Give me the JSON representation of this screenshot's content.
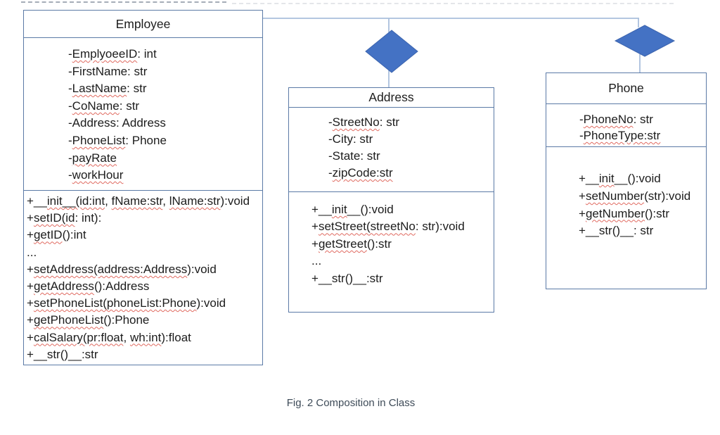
{
  "diagram": {
    "caption": "Fig. 2 Composition in Class",
    "colors": {
      "box_border": "#5b7aa6",
      "connector": "#a9bfdc",
      "diamond_fill": "#4472c4",
      "diamond_stroke": "#3c64ae",
      "text": "#1c1c1c",
      "caption_color": "#3e4b58",
      "squiggle": "#e06a60"
    },
    "classes": [
      {
        "title": "Employee",
        "attributes": [
          [
            {
              "t": "-"
            },
            {
              "t": "EmplyoeeID",
              "u": true
            },
            {
              "t": ": int"
            }
          ],
          [
            {
              "t": "-FirstName: str"
            }
          ],
          [
            {
              "t": "-"
            },
            {
              "t": "LastName",
              "u": true
            },
            {
              "t": ": str"
            }
          ],
          [
            {
              "t": "-"
            },
            {
              "t": "CoName",
              "u": true
            },
            {
              "t": ": str"
            }
          ],
          [
            {
              "t": "-Address: Address"
            }
          ],
          [
            {
              "t": "-"
            },
            {
              "t": "PhoneList",
              "u": true
            },
            {
              "t": ": Phone"
            }
          ],
          [
            {
              "t": "-"
            },
            {
              "t": "payRate",
              "u": true
            }
          ],
          [
            {
              "t": "-"
            },
            {
              "t": "workHour",
              "u": true
            }
          ]
        ],
        "methods": [
          [
            {
              "t": "+__"
            },
            {
              "t": "init__(id:int",
              "u": true
            },
            {
              "t": ", "
            },
            {
              "t": "fName:str",
              "u": true
            },
            {
              "t": ", "
            },
            {
              "t": "lName:str",
              "u": true
            },
            {
              "t": "):void"
            }
          ],
          [
            {
              "t": "+"
            },
            {
              "t": "setID(id",
              "u": true
            },
            {
              "t": ": int):"
            }
          ],
          [
            {
              "t": "+"
            },
            {
              "t": "getID",
              "u": true
            },
            {
              "t": "():int"
            }
          ],
          [
            {
              "t": "..."
            }
          ],
          [
            {
              "t": "+"
            },
            {
              "t": "setAddress(address:Address",
              "u": true
            },
            {
              "t": "):void"
            }
          ],
          [
            {
              "t": "+"
            },
            {
              "t": "getAddress",
              "u": true
            },
            {
              "t": "():Address"
            }
          ],
          [
            {
              "t": "+"
            },
            {
              "t": "setPhoneList(phoneList:Phone",
              "u": true
            },
            {
              "t": "):void"
            }
          ],
          [
            {
              "t": "+"
            },
            {
              "t": "getPhoneList",
              "u": true
            },
            {
              "t": "():Phone"
            }
          ],
          [
            {
              "t": "+"
            },
            {
              "t": "calSalary(pr:float",
              "u": true
            },
            {
              "t": ", "
            },
            {
              "t": "wh:int",
              "u": true
            },
            {
              "t": "):float"
            }
          ],
          [
            {
              "t": "+__str()__:str"
            }
          ]
        ]
      },
      {
        "title": "Address",
        "attributes": [
          [
            {
              "t": "-"
            },
            {
              "t": "StreetNo",
              "u": true
            },
            {
              "t": ": str"
            }
          ],
          [
            {
              "t": "-City: str"
            }
          ],
          [
            {
              "t": "-State: str"
            }
          ],
          [
            {
              "t": "-"
            },
            {
              "t": "zipCode:str",
              "u": true
            }
          ]
        ],
        "methods": [
          [
            {
              "t": "+__"
            },
            {
              "t": "init",
              "u": true
            },
            {
              "t": "__():void"
            }
          ],
          [
            {
              "t": "+"
            },
            {
              "t": "setStreet(streetNo",
              "u": true
            },
            {
              "t": ": str):void"
            }
          ],
          [
            {
              "t": "+"
            },
            {
              "t": "getStreet",
              "u": true
            },
            {
              "t": "():str"
            }
          ],
          [
            {
              "t": "..."
            }
          ],
          [
            {
              "t": "+__str()__:str"
            }
          ]
        ]
      },
      {
        "title": "Phone",
        "attributes": [
          [
            {
              "t": "-"
            },
            {
              "t": "PhoneNo",
              "u": true
            },
            {
              "t": ": str"
            }
          ],
          [
            {
              "t": "-"
            },
            {
              "t": "PhoneType:str",
              "u": true
            }
          ]
        ],
        "methods": [
          [
            {
              "t": "+__"
            },
            {
              "t": "init",
              "u": true
            },
            {
              "t": "__():void"
            }
          ],
          [
            {
              "t": "+"
            },
            {
              "t": "setNumber",
              "u": true
            },
            {
              "t": "(str):void"
            }
          ],
          [
            {
              "t": "+"
            },
            {
              "t": "getNumber",
              "u": true
            },
            {
              "t": "():str"
            }
          ],
          [
            {
              "t": "+__str()__: str"
            }
          ]
        ]
      }
    ]
  }
}
